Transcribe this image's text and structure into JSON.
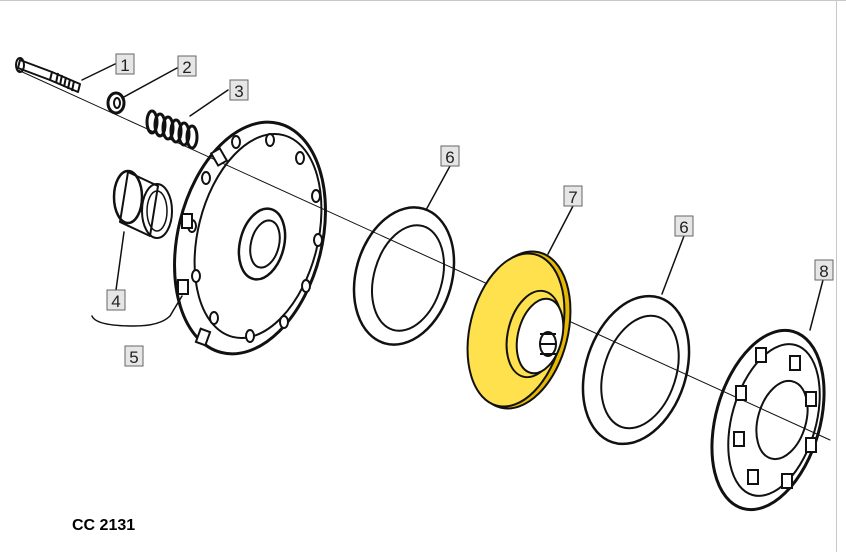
{
  "callouts": {
    "c1": "1",
    "c2": "2",
    "c3": "3",
    "c4": "4",
    "c5": "5",
    "c6a": "6",
    "c6b": "6",
    "c7": "7",
    "c8": "8"
  },
  "figure_code": "CC  2131",
  "colors": {
    "highlight": "#FFE14D",
    "highlight_edge": "#E6B800",
    "ink": "#111111",
    "label_bg": "#E6E6E6"
  }
}
